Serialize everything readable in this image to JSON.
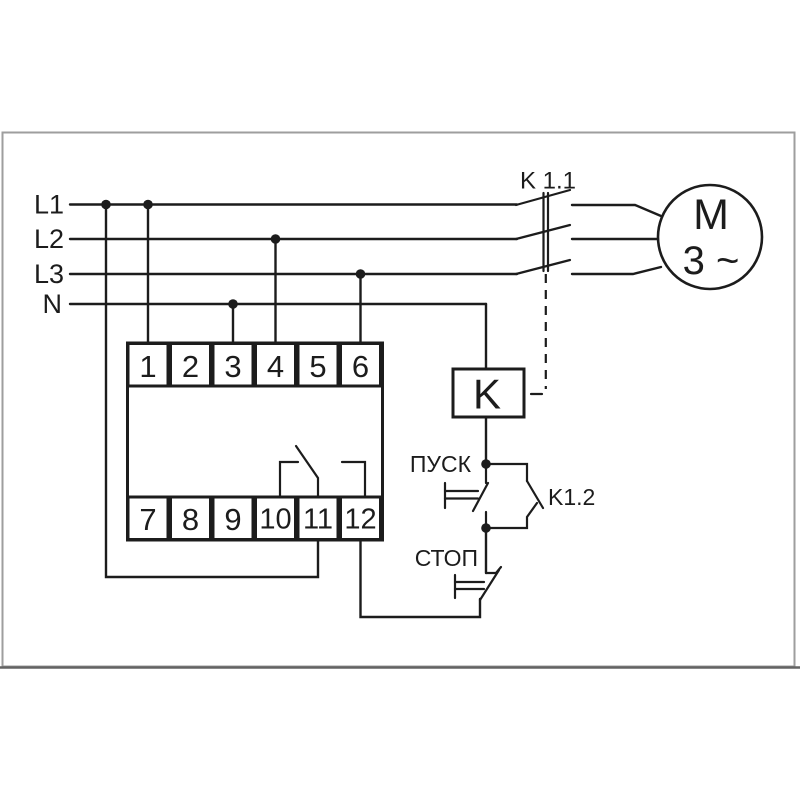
{
  "colors": {
    "ink": "#1c1c1c",
    "frame": "#9e9e9e",
    "frame_bottom": "#636363",
    "background": "#ffffff"
  },
  "power_lines": {
    "l1": "L1",
    "l2": "L2",
    "l3": "L3",
    "n": "N"
  },
  "device": {
    "terminals_top": [
      "1",
      "2",
      "3",
      "4",
      "5",
      "6"
    ],
    "terminals_bottom": [
      "7",
      "8",
      "9",
      "10",
      "11",
      "12"
    ]
  },
  "contactor": {
    "main_contact_label": "K 1.1",
    "coil_label": "K",
    "aux_contact_label": "K1.2"
  },
  "motor": {
    "label": "M",
    "phase_label": "3 ~"
  },
  "buttons": {
    "start": "ПУСК",
    "stop": "СТОП"
  }
}
